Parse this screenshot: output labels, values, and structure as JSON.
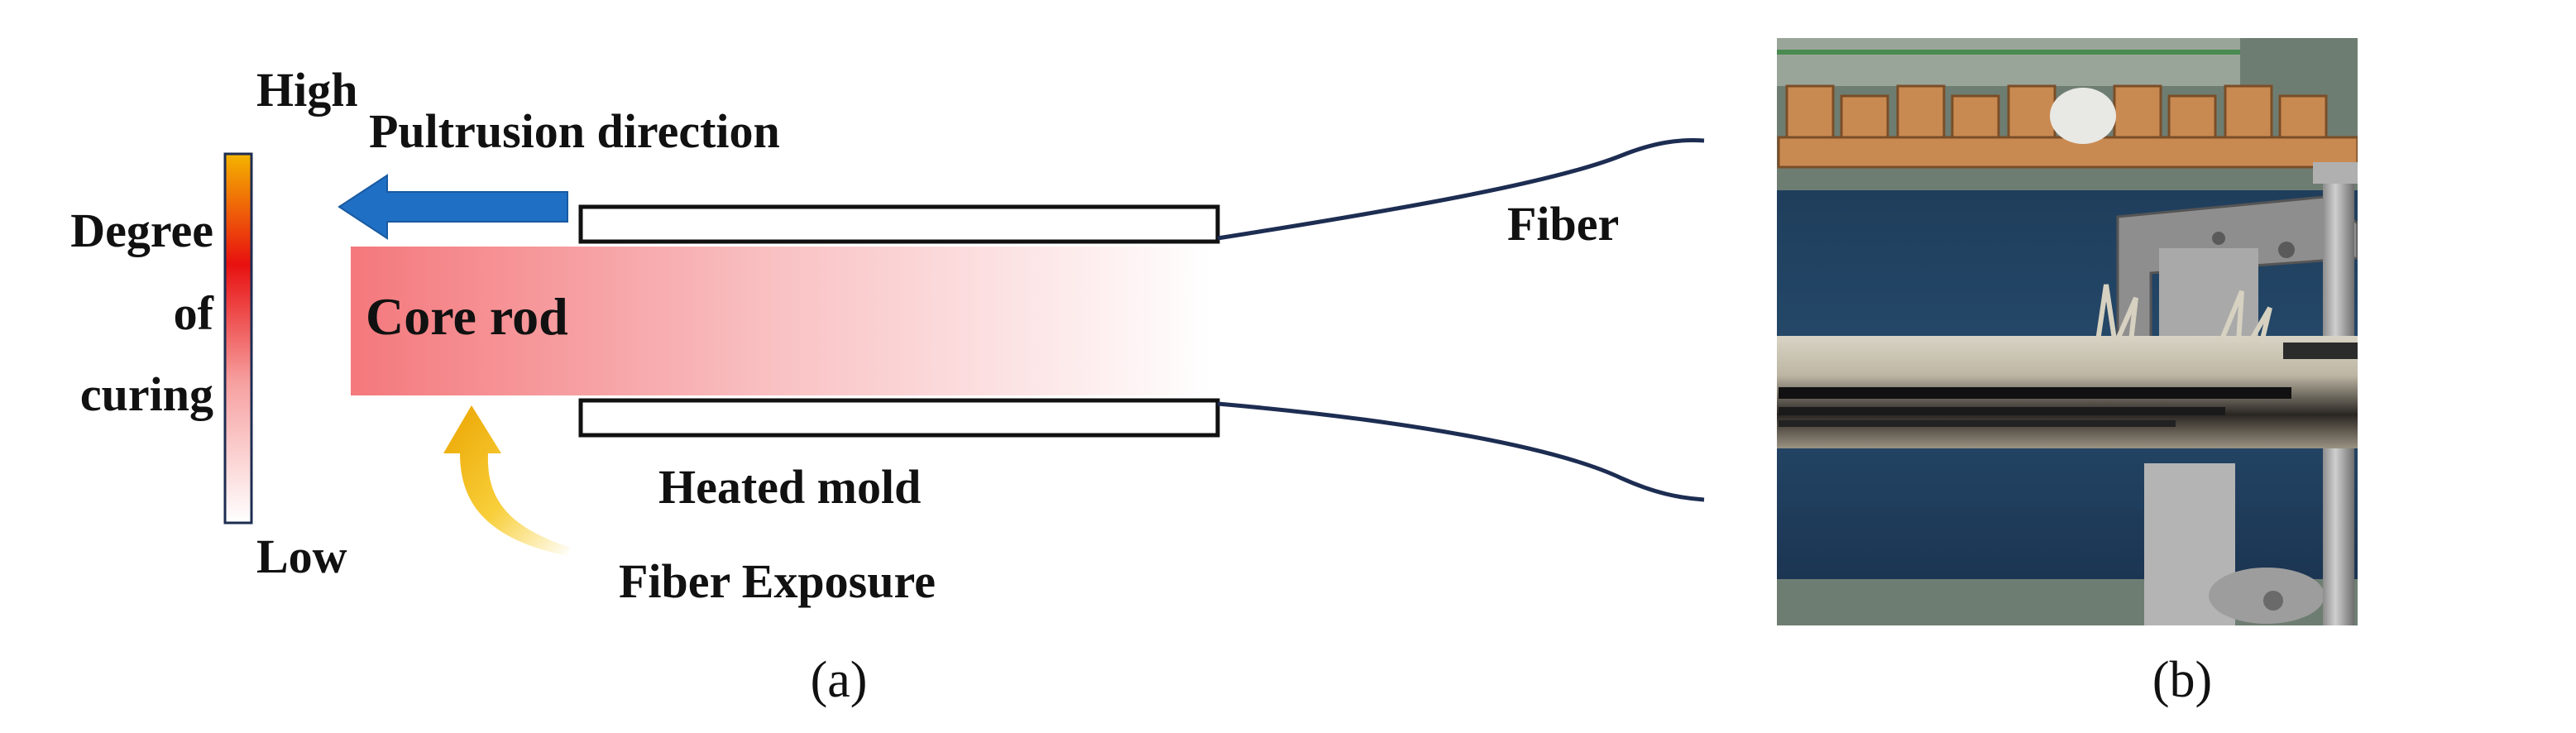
{
  "panel_a": {
    "scale": {
      "high_label": "High",
      "low_label": "Low",
      "title_lines": [
        "Degree",
        "of",
        "curing"
      ],
      "gradient_colors": [
        "#f5b400",
        "#e81010",
        "#ffffff"
      ]
    },
    "arrow_label": "Pultrusion direction",
    "arrow_color": "#1f6fc5",
    "core_rod_label": "Core rod",
    "core_rod_color": "#f4787c",
    "fiber_label": "Fiber",
    "fiber_line_color": "#1d2d52",
    "mold_label": "Heated mold",
    "exposure_label": "Fiber Exposure",
    "exposure_arrow_color": "#f2b300",
    "caption": "(a)"
  },
  "panel_b": {
    "caption": "(b)",
    "photo_subject": "fractured pultruded composite rod held in a test fixture"
  }
}
